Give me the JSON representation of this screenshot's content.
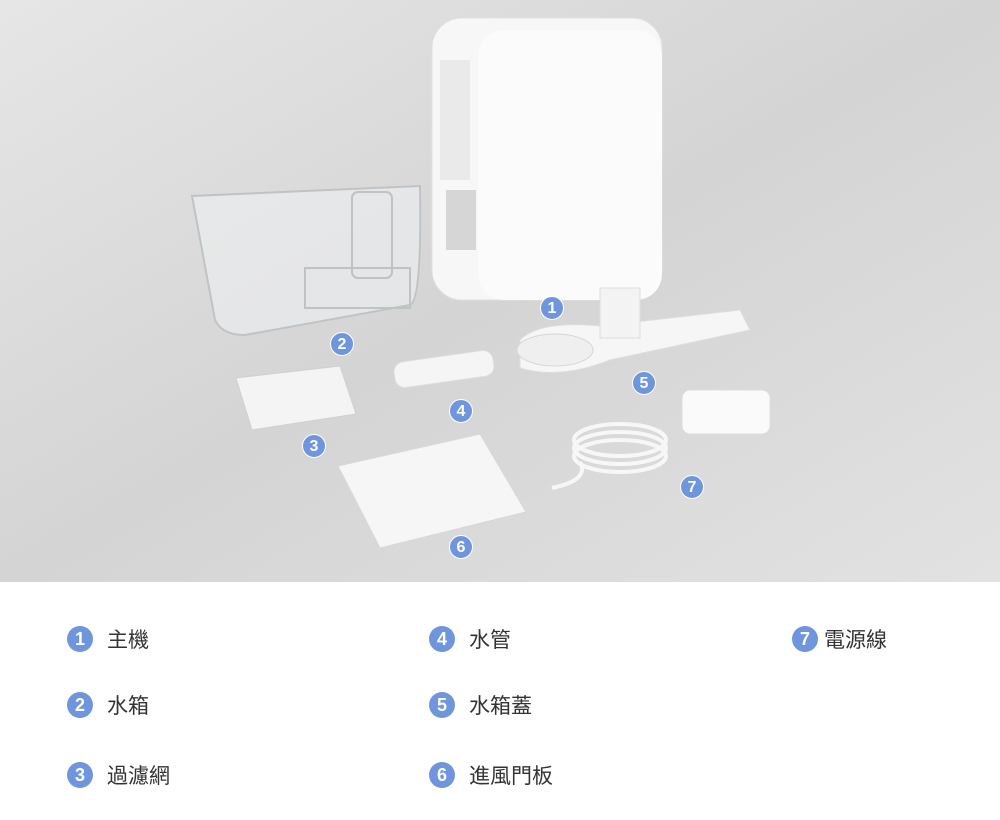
{
  "colors": {
    "marker": "#6f96dc",
    "text": "#333333"
  },
  "parts": [
    {
      "num": "1",
      "label": "主機"
    },
    {
      "num": "2",
      "label": "水箱"
    },
    {
      "num": "3",
      "label": "過濾網"
    },
    {
      "num": "4",
      "label": "水管"
    },
    {
      "num": "5",
      "label": "水箱蓋"
    },
    {
      "num": "6",
      "label": "進風門板"
    },
    {
      "num": "7",
      "label": "電源線"
    }
  ]
}
